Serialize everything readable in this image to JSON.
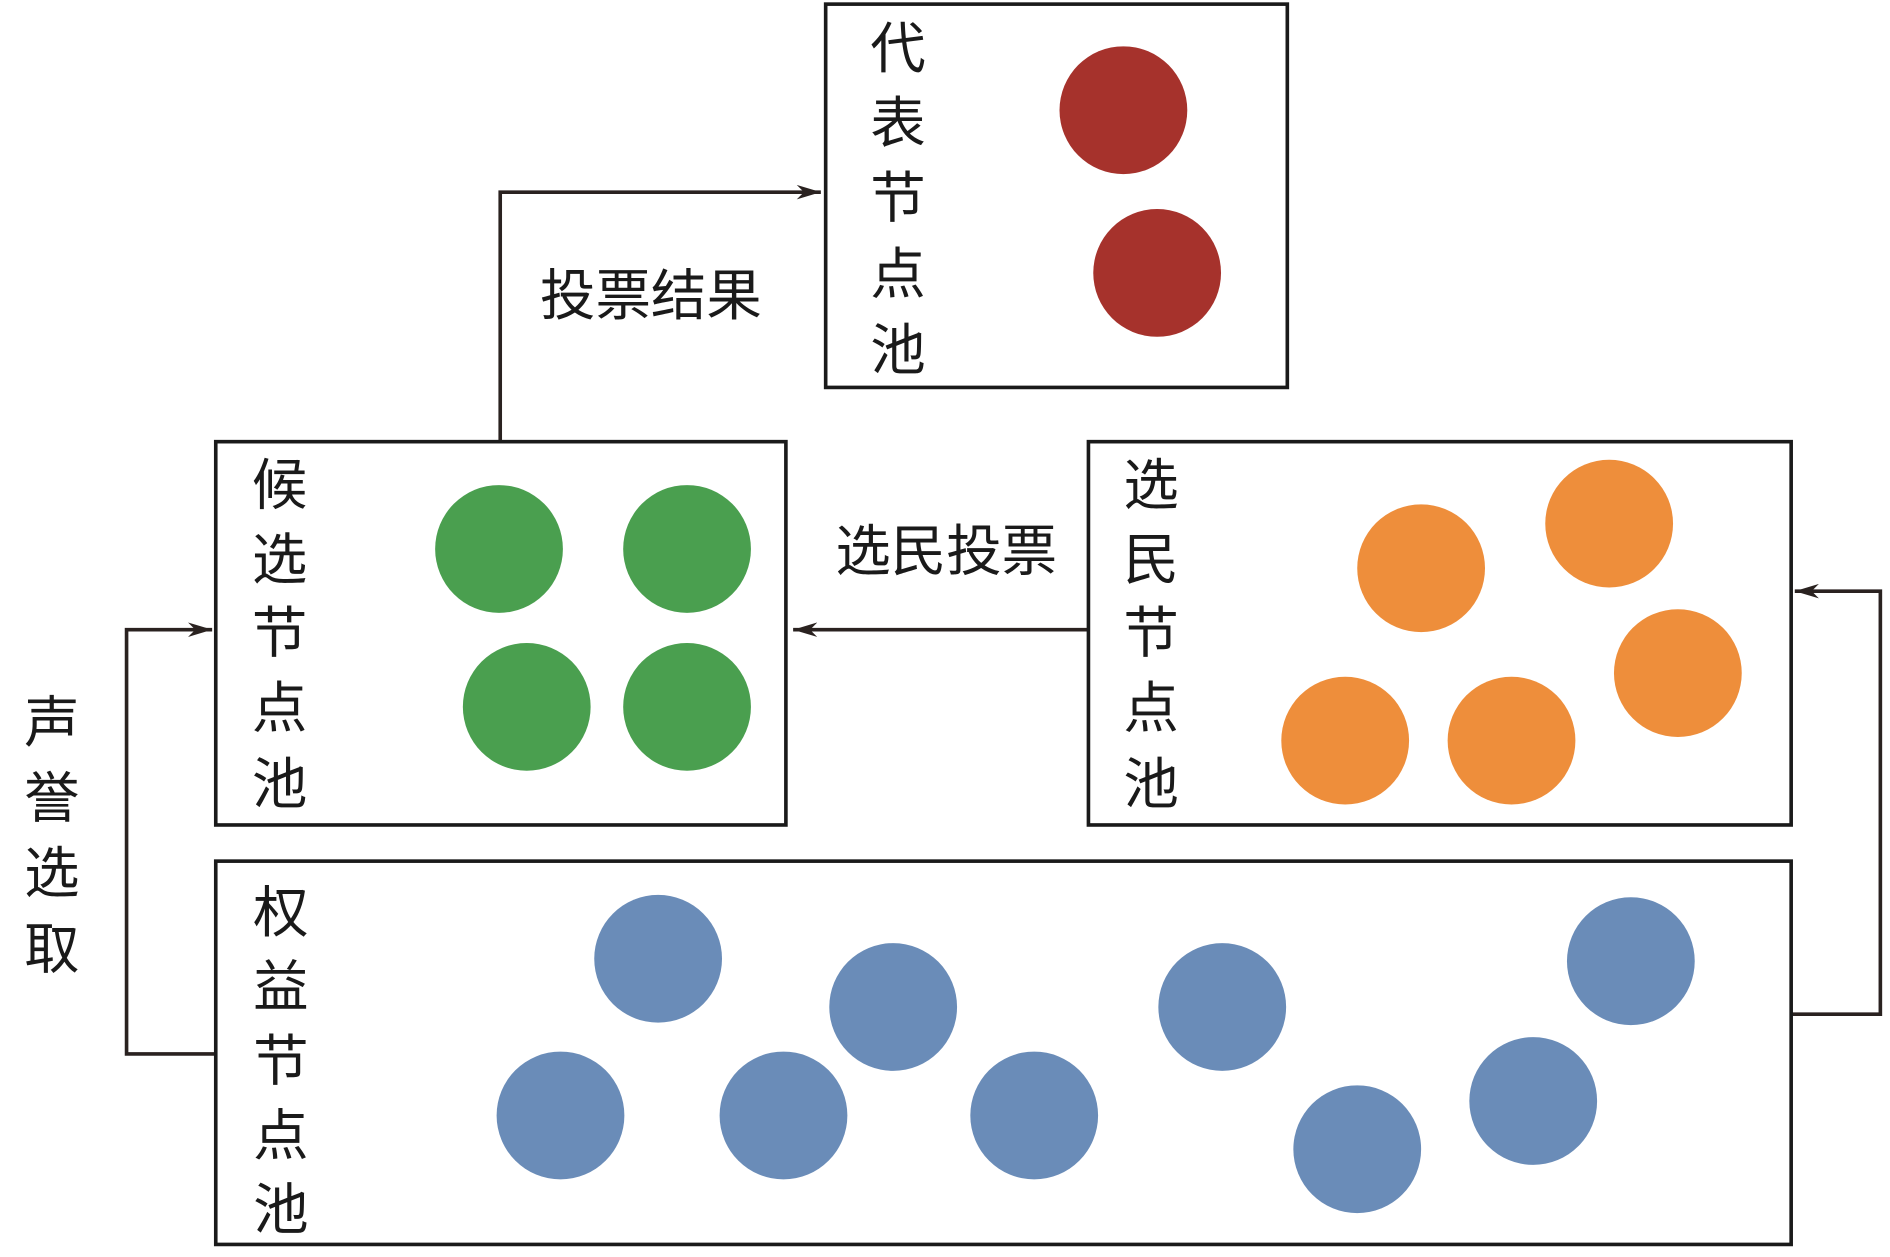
{
  "pools": {
    "representative": {
      "label": [
        "代",
        "表",
        "节",
        "点",
        "池"
      ],
      "color": "#a6322c",
      "count": 2
    },
    "candidate": {
      "label": [
        "候",
        "选",
        "节",
        "点",
        "池"
      ],
      "color": "#4a9f4f",
      "count": 4
    },
    "voter": {
      "label": [
        "选",
        "民",
        "节",
        "点",
        "池"
      ],
      "color": "#ee8e3b",
      "count": 5
    },
    "equity": {
      "label": [
        "权",
        "益",
        "节",
        "点",
        "池"
      ],
      "color": "#6a8cb8",
      "count": 9
    }
  },
  "edges": {
    "vote_result": "投票结果",
    "voter_vote": "选民投票",
    "reputation_selection": [
      "声",
      "誉",
      "选",
      "取"
    ]
  }
}
